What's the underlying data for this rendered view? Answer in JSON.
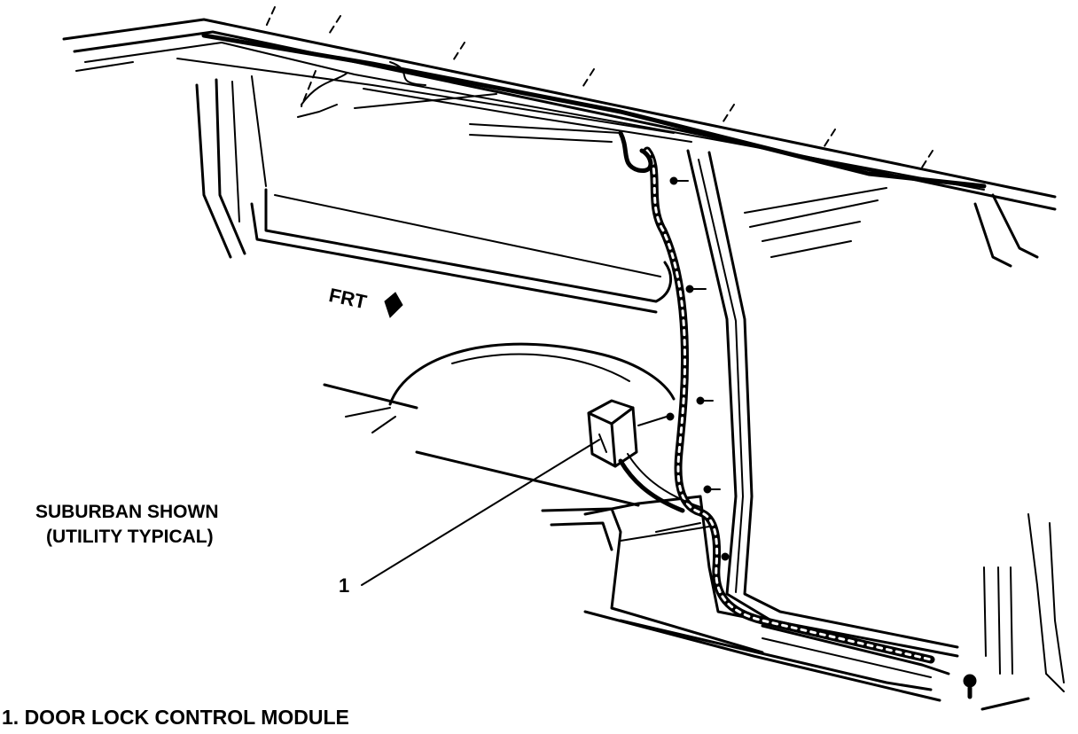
{
  "caption": {
    "line1": "SUBURBAN SHOWN",
    "line2": "(UTILITY TYPICAL)"
  },
  "direction_label": "FRT",
  "callouts": [
    {
      "number": "1"
    }
  ],
  "legend": [
    {
      "text": "1. DOOR LOCK CONTROL MODULE"
    }
  ],
  "icons": [
    "front-direction-arrow-icon",
    "ground-symbol-icon"
  ]
}
